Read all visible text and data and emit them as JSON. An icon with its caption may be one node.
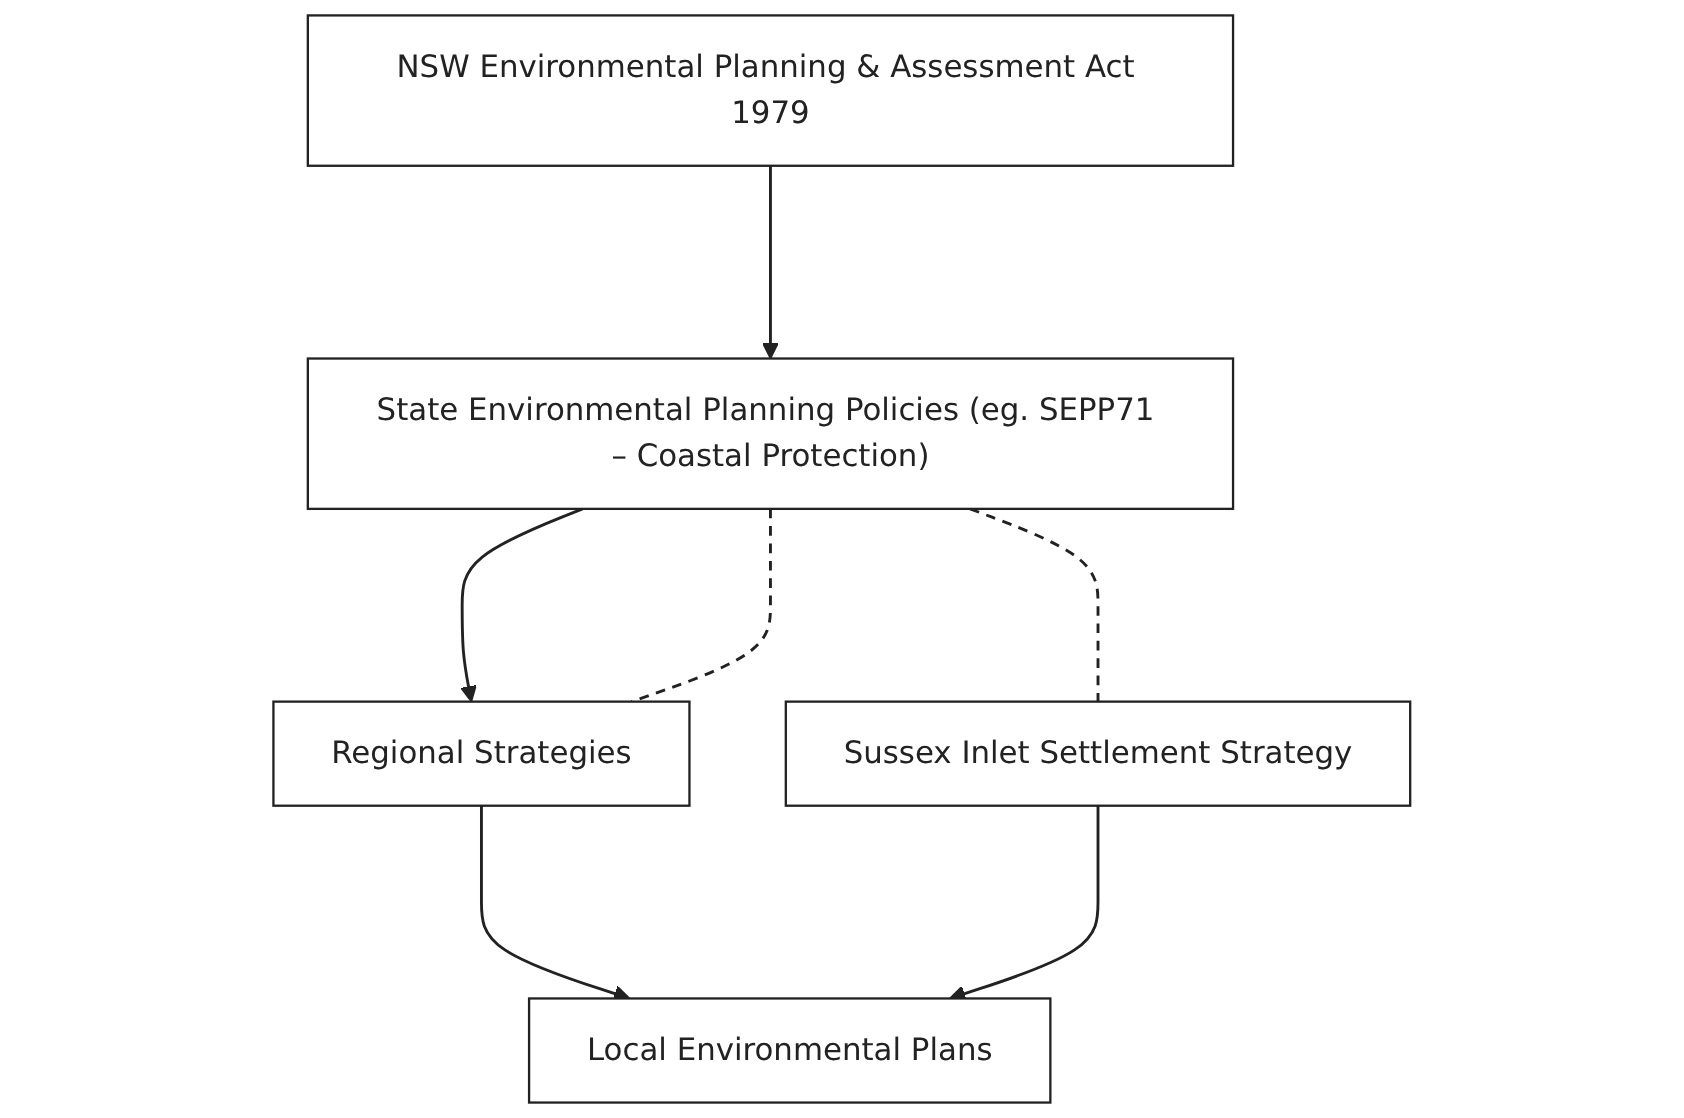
{
  "diagram": {
    "nodes": [
      {
        "text": [
          "NSW Environmental Planning & Assessment Act 1979"
        ]
      },
      {
        "text": [
          "State Environmental Planning Policies (eg. SEPP71 – Coastal Protection)"
        ]
      },
      {
        "text": [
          "Regional Strategies"
        ]
      },
      {
        "text": [
          "Local Environmental Plans"
        ]
      },
      {
        "text": [
          "Sussex Inlet Settlement Strategy"
        ]
      }
    ],
    "edges": [
      {
        "from": 0,
        "to": 1,
        "arrow": "to"
      },
      {
        "from": 1,
        "to": 2,
        "arrow": "to"
      },
      {
        "from": 2,
        "to": 3,
        "arrow": "to"
      },
      {
        "from": 4,
        "to": 3,
        "arrow": "to"
      },
      {
        "from": 1,
        "to": 2,
        "arrow": "none",
        "style": "dashed"
      },
      {
        "from": 1,
        "to": 4,
        "arrow": "none",
        "style": "dashed"
      }
    ]
  }
}
